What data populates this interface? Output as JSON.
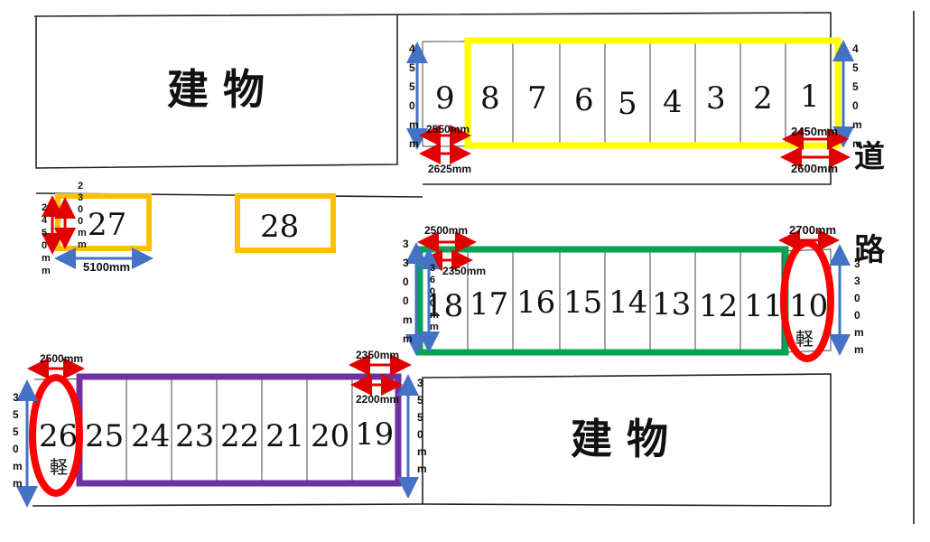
{
  "labels": {
    "building": "建 物",
    "road_1": "道",
    "road_2": "路",
    "kei": "軽"
  },
  "spaces": [
    "1",
    "2",
    "3",
    "4",
    "5",
    "6",
    "7",
    "8",
    "9",
    "10",
    "11",
    "12",
    "13",
    "14",
    "15",
    "16",
    "17",
    "18",
    "19",
    "20",
    "21",
    "22",
    "23",
    "24",
    "25",
    "26",
    "27",
    "28"
  ],
  "dims": {
    "d_4550": "4550mm",
    "d_2550": "2550mm",
    "d_2625": "2625mm",
    "d_2450": "2450mm",
    "d_2600": "2600mm",
    "d_2300": "2300mm",
    "d_2450b": "2450mm",
    "d_5100": "5100mm",
    "d_2500": "2500mm",
    "d_2350": "2350mm",
    "d_3300": "3300mm",
    "d_3600": "3600mm",
    "d_2700": "2700mm",
    "d_3300b": "3300mm",
    "d_2500b": "2500mm",
    "d_2350b": "2350mm",
    "d_2200": "2200mm",
    "d_3550": "3550mm",
    "d_3550b": "3550mm"
  },
  "colors": {
    "yellow": "#ffff00",
    "orange": "#ffc000",
    "green": "#00a550",
    "purple": "#7030a0",
    "red": "#ff0000",
    "blue": "#4472c4"
  }
}
